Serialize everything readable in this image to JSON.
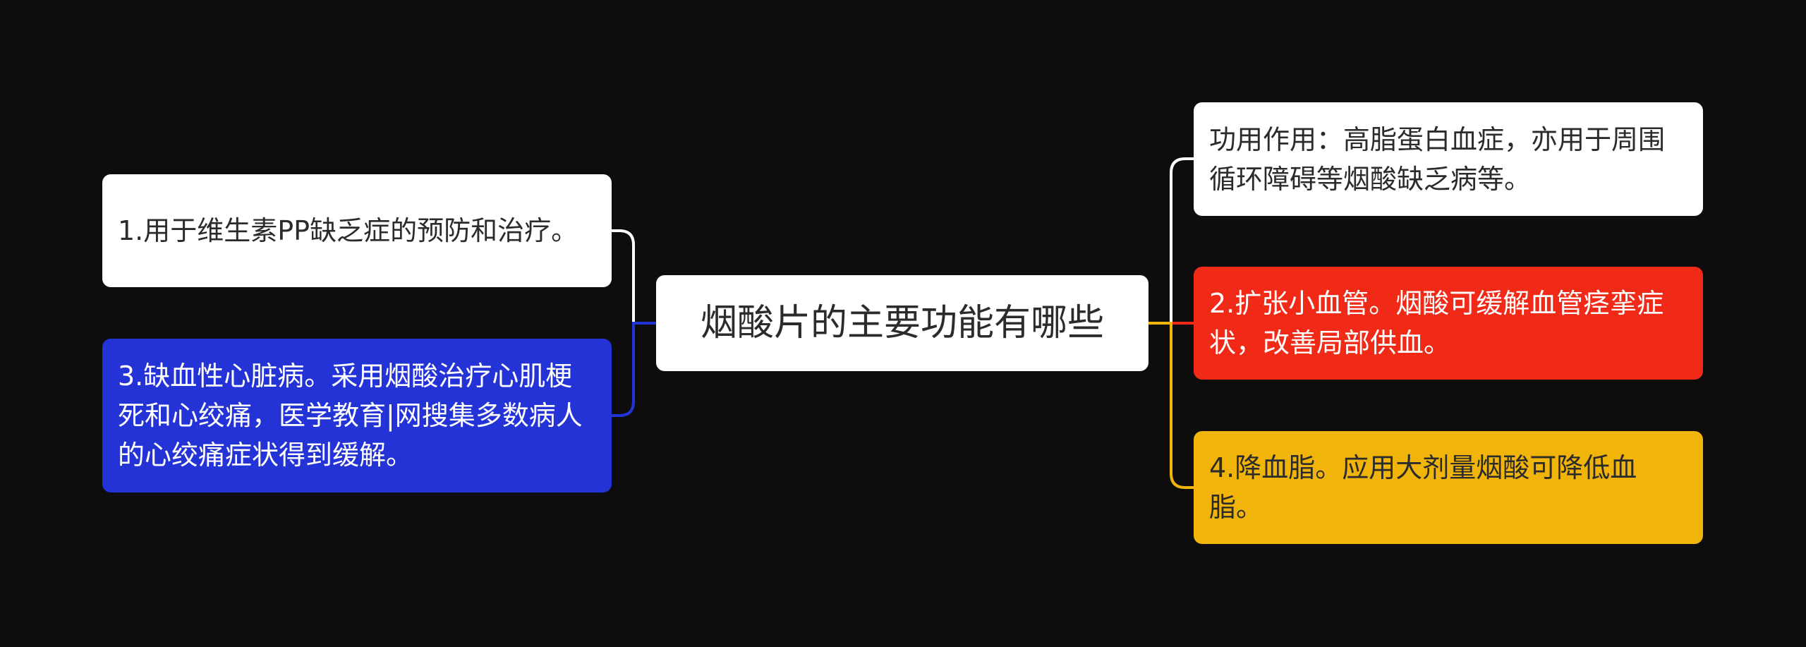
{
  "colors": {
    "background": "#0d0d0d",
    "white": "#ffffff",
    "blue": "#2433d6",
    "red": "#f02a17",
    "yellow": "#f0b40b",
    "text_dark": "#2b2b2b",
    "text_light": "#ffffff"
  },
  "central": {
    "label": "烟酸片的主要功能有哪些"
  },
  "left_branches": [
    {
      "label": "1.用于维生素PP缺乏症的预防和治疗。",
      "color": "#ffffff",
      "text_color": "#2b2b2b",
      "line_color": "#ffffff"
    },
    {
      "label": "3.缺血性心脏病。采用烟酸治疗心肌梗死和心绞痛，医学教育|网搜集多数病人的心绞痛症状得到缓解。",
      "color": "#2433d6",
      "text_color": "#ffffff",
      "line_color": "#2433d6"
    }
  ],
  "right_branches": [
    {
      "label": "功用作用：高脂蛋白血症，亦用于周围循环障碍等烟酸缺乏病等。",
      "color": "#ffffff",
      "text_color": "#2b2b2b",
      "line_color": "#ffffff"
    },
    {
      "label": "2.扩张小血管。烟酸可缓解血管痉挛症状，改善局部供血。",
      "color": "#f02a17",
      "text_color": "#ffffff",
      "line_color": "#f02a17"
    },
    {
      "label": "4.降血脂。应用大剂量烟酸可降低血脂。",
      "color": "#f0b40b",
      "text_color": "#2b2b2b",
      "line_color": "#f0b40b"
    }
  ]
}
